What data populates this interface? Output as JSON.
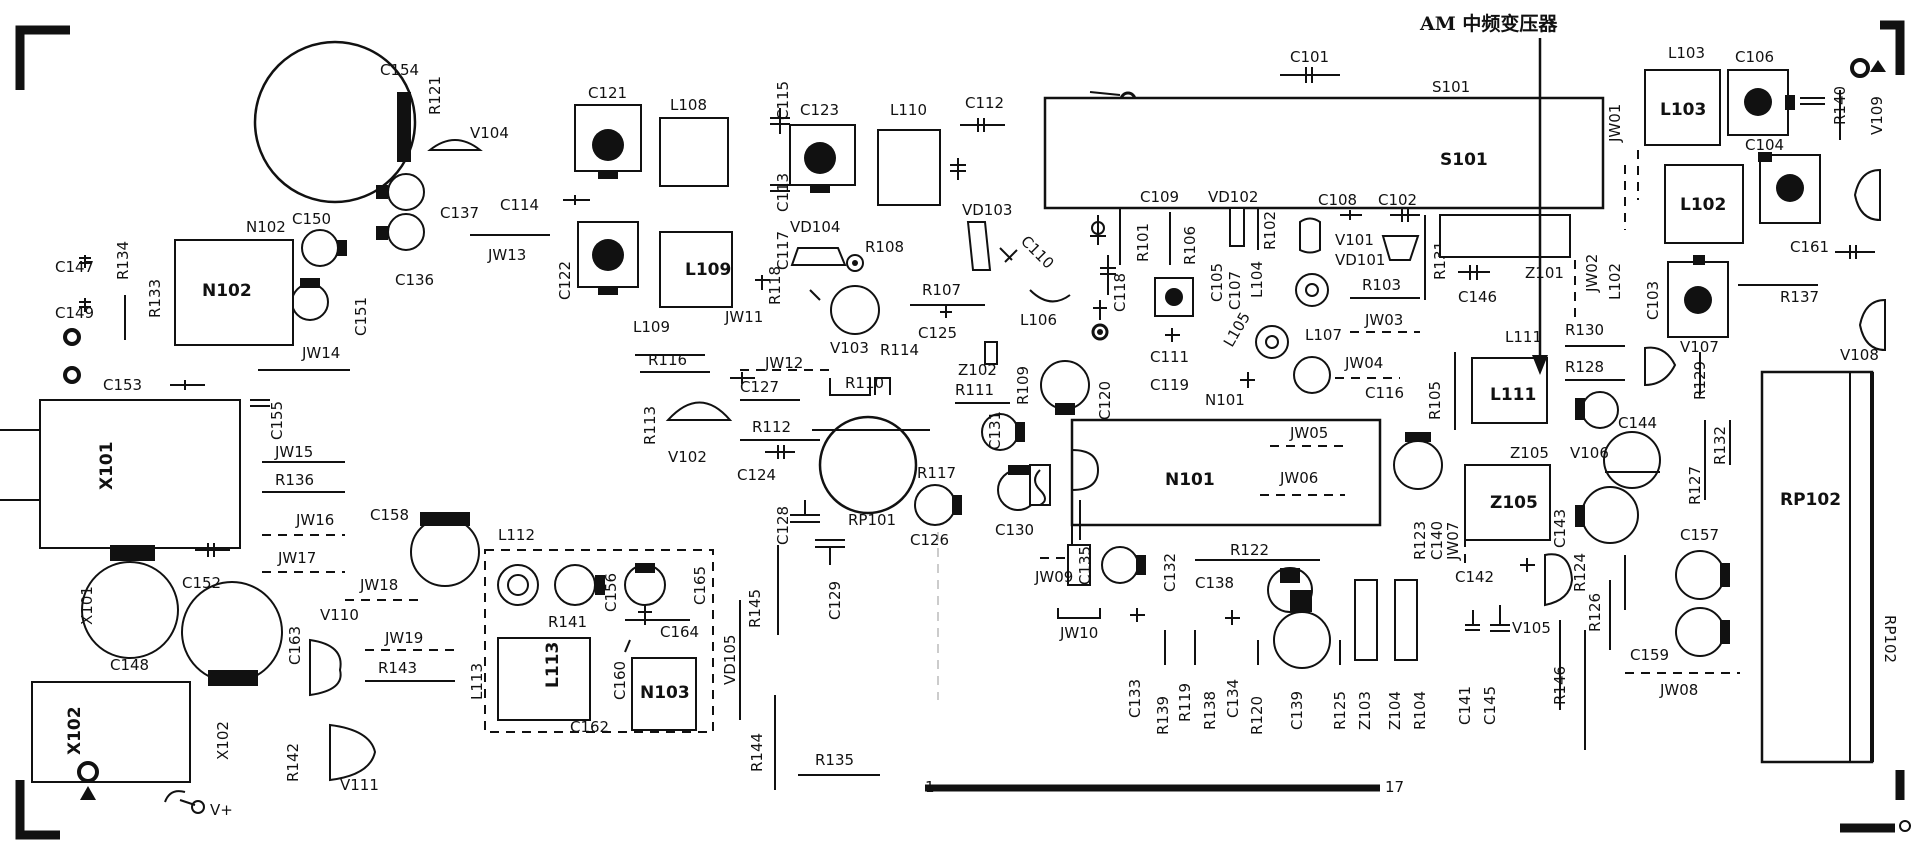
{
  "annotation": "AM 中频变压器",
  "connector_pins": {
    "start": "1",
    "end": "17"
  },
  "labels": {
    "C154": "C154",
    "R121": "R121",
    "V104": "V104",
    "C137": "C137",
    "C150": "C150",
    "C136": "C136",
    "C151": "C151",
    "N102a": "N102",
    "N102b": "N102",
    "C147": "C147",
    "R134": "R134",
    "R133": "R133",
    "C149": "C149",
    "JW14": "JW14",
    "C153": "C153",
    "C155": "C155",
    "X101a": "X101",
    "X101b": "X101",
    "JW15": "JW15",
    "R136": "R136",
    "JW16": "JW16",
    "JW17": "JW17",
    "JW18": "JW18",
    "C158": "C158",
    "C148": "C148",
    "C152": "C152",
    "X102a": "X102",
    "X102b": "X102",
    "V110": "V110",
    "C163": "C163",
    "JW19": "JW19",
    "R143": "R143",
    "R142": "R142",
    "V111": "V111",
    "Vplus": "V+",
    "C121": "C121",
    "L108": "L108",
    "C115": "C115",
    "C123": "C123",
    "L110": "L110",
    "C112": "C112",
    "C114": "C114",
    "C113": "C113",
    "C117": "C117",
    "JW13": "JW13",
    "C122": "C122",
    "L109a": "L109",
    "L109b": "L109",
    "VD104": "VD104",
    "R108": "R108",
    "R118": "R118",
    "JW11": "JW11",
    "V103": "V103",
    "R114": "R114",
    "R116": "R116",
    "JW12": "JW12",
    "R113": "R113",
    "C127": "C127",
    "R110": "R110",
    "V102": "V102",
    "R112": "R112",
    "C124": "C124",
    "C128": "C128",
    "RP101": "RP101",
    "R117": "R117",
    "C126": "C126",
    "C129": "C129",
    "VD103": "VD103",
    "C110": "C110",
    "R107": "R107",
    "C125": "C125",
    "L106": "L106",
    "Z102": "Z102",
    "R111": "R111",
    "R109": "R109",
    "C131": "C131",
    "C130": "C130",
    "L112": "L112",
    "C156": "C156",
    "C165": "C165",
    "R141": "R141",
    "C164": "C164",
    "L113a": "L113",
    "L113b": "L113",
    "C160": "C160",
    "N103": "N103",
    "C162": "C162",
    "VD105": "VD105",
    "R145": "R145",
    "R144": "R144",
    "R135": "R135",
    "C101": "C101",
    "S101a": "S101",
    "S101b": "S101",
    "C109": "C109",
    "VD102": "VD102",
    "R101": "R101",
    "R106": "R106",
    "R102": "R102",
    "C108": "C108",
    "C102": "C102",
    "V101": "V101",
    "VD101": "VD101",
    "C118": "C118",
    "C105": "C105",
    "C107": "C107",
    "L104": "L104",
    "R103": "R103",
    "JW03": "JW03",
    "C111": "C111",
    "L107": "L107",
    "L105": "L105",
    "C119": "C119",
    "N101a": "N101",
    "N101b": "N101",
    "JW04": "JW04",
    "C116": "C116",
    "C120": "C120",
    "JW05": "JW05",
    "JW06": "JW06",
    "R105": "R105",
    "R123": "R123",
    "C140": "C140",
    "JW07": "JW07",
    "C135": "C135",
    "C132": "C132",
    "JW09": "JW09",
    "JW10": "JW10",
    "R122": "R122",
    "C138": "C138",
    "C133": "C133",
    "R139": "R139",
    "R119": "R119",
    "R138": "R138",
    "C134": "C134",
    "R120": "R120",
    "C139": "C139",
    "R125": "R125",
    "Z103": "Z103",
    "Z104": "Z104",
    "R104": "R104",
    "C141": "C141",
    "C145": "C145",
    "C142": "C142",
    "V105": "V105",
    "R146": "R146",
    "R131": "R131",
    "C146": "C146",
    "Z101": "Z101",
    "JW02": "JW02",
    "JW01": "JW01",
    "L111a": "L111",
    "L111b": "L111",
    "R130": "R130",
    "R128": "R128",
    "Z105a": "Z105",
    "Z105b": "Z105",
    "V106": "V106",
    "C143": "C143",
    "C144": "C144",
    "L103a": "L103",
    "L103b": "L103",
    "C106": "C106",
    "R140": "R140",
    "V109": "V109",
    "C104": "C104",
    "L102a": "L102",
    "L102b": "L102",
    "C161": "C161",
    "C103": "C103",
    "R137": "R137",
    "V108": "V108",
    "V107": "V107",
    "R129": "R129",
    "R127": "R127",
    "R132": "R132",
    "R124": "R124",
    "R126": "R126",
    "C157": "C157",
    "C159": "C159",
    "JW08": "JW08",
    "RP102a": "RP102",
    "RP102b": "RP102"
  },
  "icons": [
    "corner-mark-icon",
    "test-point-icon",
    "ground-symbol-icon"
  ]
}
